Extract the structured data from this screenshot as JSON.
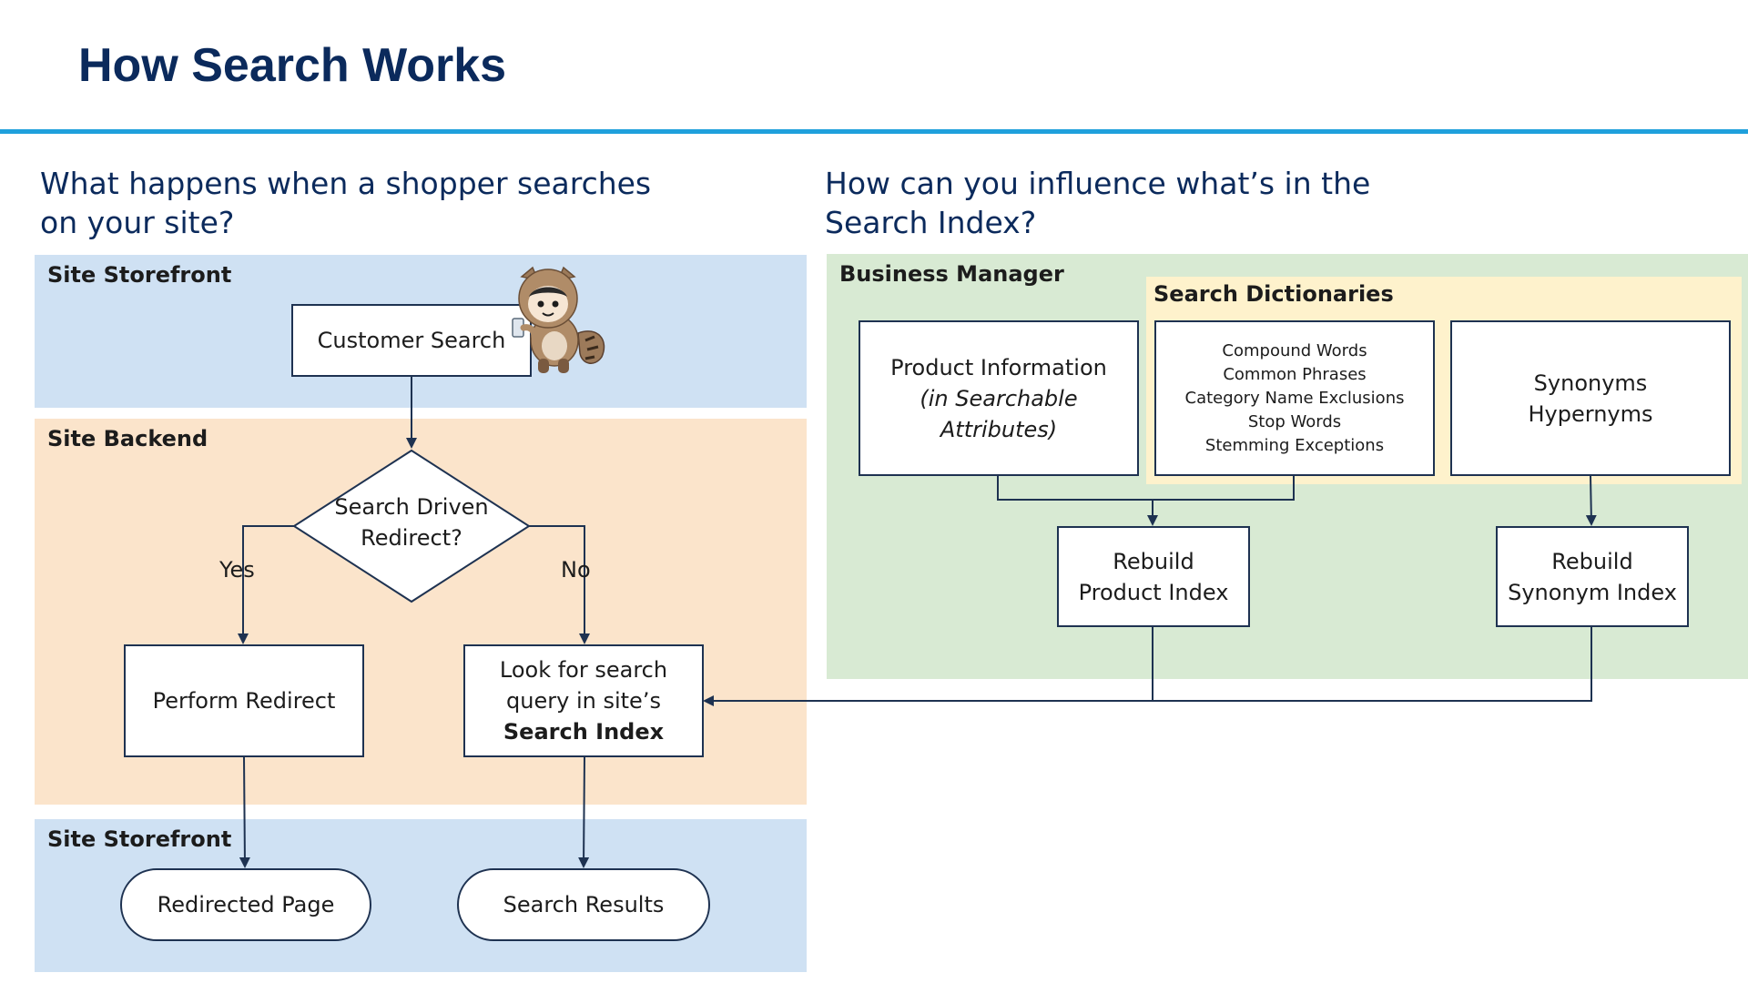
{
  "header": {
    "title": "How Search Works"
  },
  "questions": {
    "left": "What happens when a shopper searches\non your site?",
    "right": "How can you influence what’s in the\nSearch Index?"
  },
  "bands": {
    "storefront_top": "Site Storefront",
    "backend": "Site Backend",
    "storefront_bottom": "Site Storefront",
    "business_manager": "Business Manager",
    "search_dictionaries": "Search Dictionaries"
  },
  "nodes": {
    "customer_search": "Customer Search",
    "redirect_decision": {
      "line1": "Search Driven",
      "line2": "Redirect?"
    },
    "perform_redirect": "Perform Redirect",
    "lookup": {
      "line1": "Look for search",
      "line2": "query in site’s",
      "line3": "Search Index"
    },
    "redirected_page": "Redirected Page",
    "search_results": "Search Results",
    "product_information": {
      "line1": "Product Information",
      "line2": "(in Searchable",
      "line3": "Attributes)"
    },
    "dictionaries": [
      "Compound Words",
      "Common Phrases",
      "Category Name Exclusions",
      "Stop Words",
      "Stemming Exceptions"
    ],
    "synonyms": {
      "line1": "Synonyms",
      "line2": "Hypernyms"
    },
    "rebuild_product": {
      "line1": "Rebuild",
      "line2": "Product Index"
    },
    "rebuild_synonym": {
      "line1": "Rebuild",
      "line2": "Synonym Index"
    }
  },
  "edge_labels": {
    "yes": "Yes",
    "no": "No"
  },
  "colors": {
    "title": "#0b2a5c",
    "accent_rule": "#1fa0dc",
    "storefront_band": "#cfe1f3",
    "backend_band": "#fbe4cb",
    "business_manager_band": "#d8ead3",
    "dictionaries_band": "#fef2cc",
    "box_border": "#1e3251"
  },
  "icons": {
    "mascot": "astro-mascot-icon"
  }
}
